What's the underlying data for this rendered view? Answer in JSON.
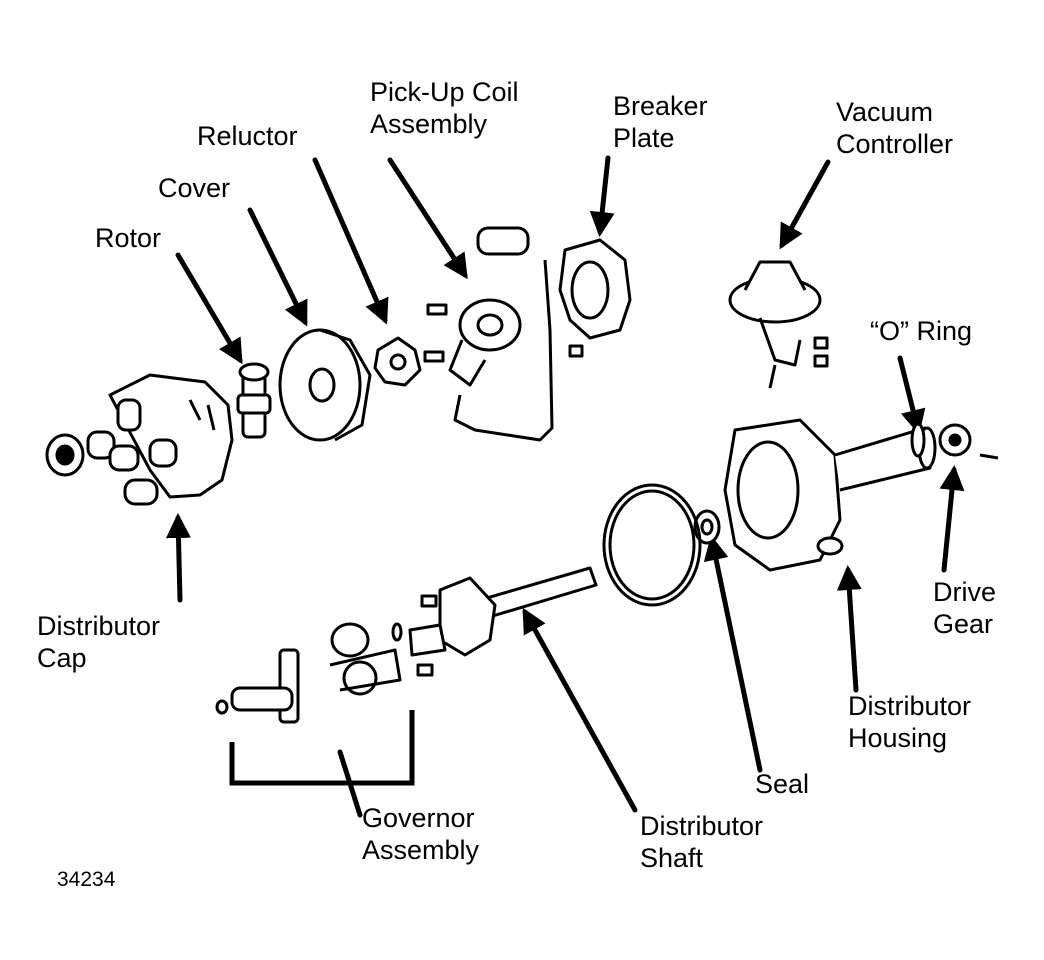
{
  "figure_number": "34234",
  "colors": {
    "ink": "#000000",
    "paper": "#ffffff"
  },
  "labels": {
    "pickup_coil": [
      "Pick-Up Coil",
      "Assembly"
    ],
    "breaker_plate": [
      "Breaker",
      "Plate"
    ],
    "vacuum_controller": [
      "Vacuum",
      "Controller"
    ],
    "reluctor": [
      "Reluctor"
    ],
    "cover": [
      "Cover"
    ],
    "rotor": [
      "Rotor"
    ],
    "o_ring": [
      "“O” Ring"
    ],
    "distributor_cap": [
      "Distributor",
      "Cap"
    ],
    "drive_gear": [
      "Drive",
      "Gear"
    ],
    "distributor_housing": [
      "Distributor",
      "Housing"
    ],
    "seal": [
      "Seal"
    ],
    "governor_assembly": [
      "Governor",
      "Assembly"
    ],
    "distributor_shaft": [
      "Distributor",
      "Shaft"
    ]
  }
}
